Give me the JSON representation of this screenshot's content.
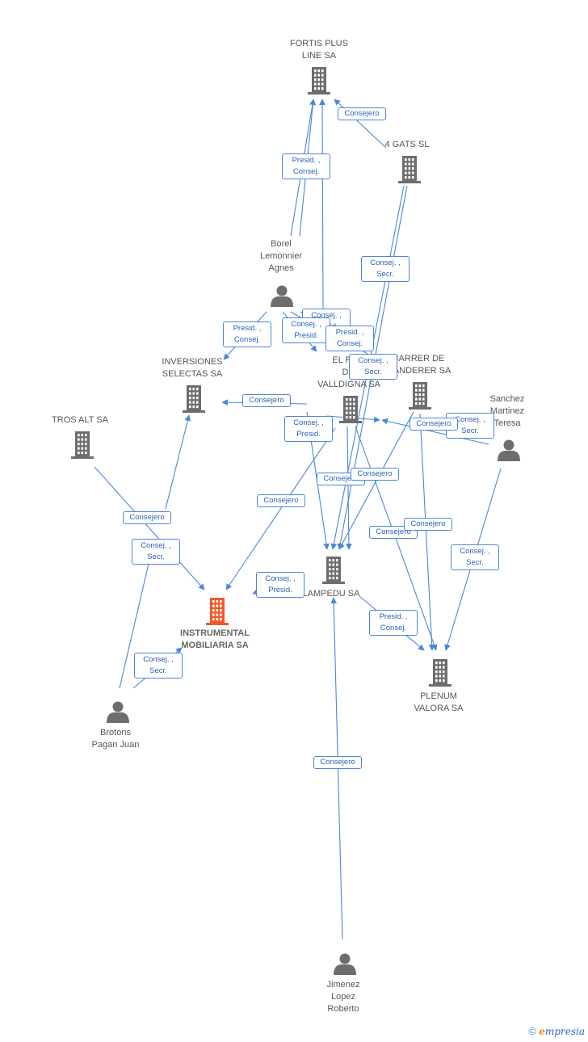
{
  "nodes": [
    {
      "id": "fortis",
      "type": "company",
      "label": [
        "FORTIS PLUS",
        "LINE SA"
      ],
      "main": false
    },
    {
      "id": "gats",
      "type": "company",
      "label": [
        "4 GATS SL"
      ],
      "main": false
    },
    {
      "id": "borel",
      "type": "person",
      "label": [
        "Borel",
        "Lemonnier",
        "Agnes"
      ],
      "main": false
    },
    {
      "id": "inversiones",
      "type": "company",
      "label": [
        "INVERSIONES",
        "SELECTAS SA"
      ],
      "main": false
    },
    {
      "id": "elpo",
      "type": "company",
      "label": [
        "EL PO...",
        "D...",
        "VALLDIGNA SA"
      ],
      "main": false
    },
    {
      "id": "carrer",
      "type": "company",
      "label": [
        "CARRER DE",
        "...ANDERER SA"
      ],
      "main": false
    },
    {
      "id": "sanchez",
      "type": "person",
      "label": [
        "Sanchez",
        "Martinez",
        "Teresa"
      ],
      "main": false
    },
    {
      "id": "trosalt",
      "type": "company",
      "label": [
        "TROS ALT SA"
      ],
      "main": false
    },
    {
      "id": "lampedu",
      "type": "company",
      "label": [
        "LAMPEDU SA"
      ],
      "main": false
    },
    {
      "id": "instrumental",
      "type": "company",
      "label": [
        "INSTRUMENTAL",
        "MOBILIARIA SA"
      ],
      "main": true
    },
    {
      "id": "plenum",
      "type": "company",
      "label": [
        "PLENUM",
        "VALORA SA"
      ],
      "main": false
    },
    {
      "id": "brotons",
      "type": "person",
      "label": [
        "Brotons",
        "Pagan Juan"
      ],
      "main": false
    },
    {
      "id": "jimenez",
      "type": "person",
      "label": [
        "Jimenez",
        "Lopez",
        "Roberto"
      ],
      "main": false
    }
  ],
  "relations": [
    {
      "label": [
        "Consejero"
      ]
    },
    {
      "label": [
        "Presid. ,",
        "Consej."
      ]
    },
    {
      "label": [
        "Consej. ,",
        "Secr."
      ]
    },
    {
      "label": [
        "Presid. ,",
        "Consej."
      ]
    },
    {
      "label": [
        "Consej. ,",
        "Presid."
      ]
    },
    {
      "label": [
        "Consej. ,",
        "Presid."
      ]
    },
    {
      "label": [
        "Presid. ,",
        "Consej."
      ]
    },
    {
      "label": [
        "Consej. ,",
        "Secr."
      ]
    },
    {
      "label": [
        "Consejero"
      ]
    },
    {
      "label": [
        "Consej. ,",
        "Presid."
      ]
    },
    {
      "label": [
        "Consejero"
      ]
    },
    {
      "label": [
        "Consej. ,",
        "Secr."
      ]
    },
    {
      "label": [
        "Consejero"
      ]
    },
    {
      "label": [
        "Consejero"
      ]
    },
    {
      "label": [
        "Consejero"
      ]
    },
    {
      "label": [
        "Consejero"
      ]
    },
    {
      "label": [
        "Consejero"
      ]
    },
    {
      "label": [
        "Consejero"
      ]
    },
    {
      "label": [
        "Consej. ,",
        "Secr."
      ]
    },
    {
      "label": [
        "Consej. ,",
        "Secr."
      ]
    },
    {
      "label": [
        "Consej. ,",
        "Presid."
      ]
    },
    {
      "label": [
        "Presid. ,",
        "Consej."
      ]
    },
    {
      "label": [
        "Consej. ,",
        "Secr."
      ]
    },
    {
      "label": [
        "Consejero"
      ]
    }
  ],
  "footer": {
    "copyright": "©",
    "brand_initial": "e",
    "brand_rest": "mpresia"
  },
  "colors": {
    "edge": "#4a86d9",
    "company": "#6d6d6d",
    "main_company": "#f05a28",
    "person": "#6d6d6d"
  }
}
